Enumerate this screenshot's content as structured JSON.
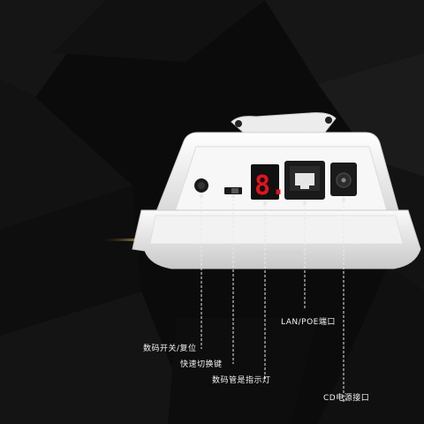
{
  "callouts": {
    "lan_poe_port": "LAN/POE端口",
    "reset_switch": "数码开关/复位",
    "quick_switch_key": "快速切换键",
    "digit_indicator": "数码管是指示灯",
    "dc_power_port": "CD电源接口"
  },
  "display": {
    "digit": "8.",
    "digit_color": "#e0141e"
  },
  "colors": {
    "background": "#0b0b0b",
    "enclosure": "#f4f4f4",
    "gold_accent": "#c9a04a",
    "callout_line": "#e8e8e8"
  }
}
